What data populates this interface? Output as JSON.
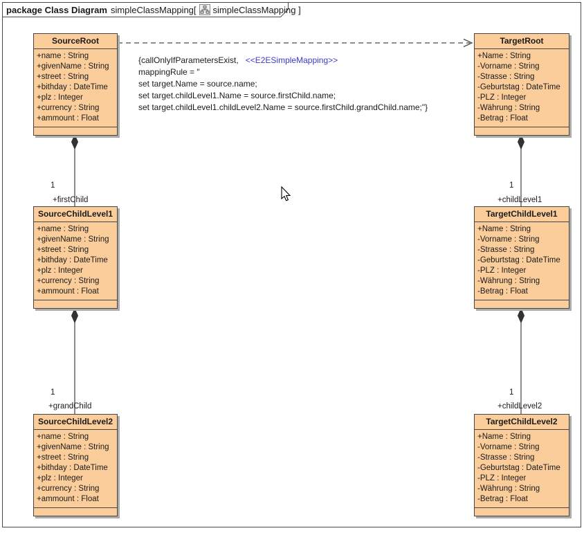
{
  "frame": {
    "tab_keyword": "package Class Diagram",
    "tab_name": "simpleClassMapping[",
    "tab_ref": "simpleClassMapping ]"
  },
  "colors": {
    "class_fill": "#FBCD9B",
    "class_border": "#454545",
    "shadow_gray": "#ABABAB",
    "stereotype_blue": "#3A3AC8",
    "connector_line": "#3F3F3F"
  },
  "annotation": {
    "constraint": "{callOnlyIfParametersExist,",
    "stereotype": "<<E2ESimpleMapping>>",
    "lines": [
      "mappingRule = \"",
      "set target.Name = source.name;",
      "set target.childLevel1.Name = source.firstChild.name;",
      "set target.childLevel1.childLevel2.Name = source.firstChild.grandChild.name;\"}"
    ]
  },
  "classes": {
    "source_root": {
      "name": "SourceRoot",
      "attributes": [
        "+name : String",
        "+givenName : String",
        "+street : String",
        "+bithday : DateTime",
        "+plz : Integer",
        "+currency : String",
        "+ammount : Float"
      ]
    },
    "source_child1": {
      "name": "SourceChildLevel1",
      "attributes": [
        "+name : String",
        "+givenName : String",
        "+street : String",
        "+bithday : DateTime",
        "+plz : Integer",
        "+currency : String",
        "+ammount : Float"
      ]
    },
    "source_child2": {
      "name": "SourceChildLevel2",
      "attributes": [
        "+name : String",
        "+givenName : String",
        "+street : String",
        "+bithday : DateTime",
        "+plz : Integer",
        "+currency : String",
        "+ammount : Float"
      ]
    },
    "target_root": {
      "name": "TargetRoot",
      "attributes": [
        "+Name : String",
        "-Vorname : String",
        "-Strasse : String",
        "-Geburtstag : DateTime",
        "-PLZ : Integer",
        "-Währung : String",
        "-Betrag : Float"
      ]
    },
    "target_child1": {
      "name": "TargetChildLevel1",
      "attributes": [
        "+Name : String",
        "-Vorname : String",
        "-Strasse : String",
        "-Geburtstag : DateTime",
        "-PLZ : Integer",
        "-Währung : String",
        "-Betrag : Float"
      ]
    },
    "target_child2": {
      "name": "TargetChildLevel2",
      "attributes": [
        "+Name : String",
        "-Vorname : String",
        "-Strasse : String",
        "-Geburtstag : DateTime",
        "-PLZ : Integer",
        "-Währung : String",
        "-Betrag : Float"
      ]
    }
  },
  "relationships": {
    "source_first_child": {
      "multiplicity": "1",
      "role": "+firstChild"
    },
    "source_grand_child": {
      "multiplicity": "1",
      "role": "+grandChild"
    },
    "target_child_level1": {
      "multiplicity": "1",
      "role": "+childLevel1"
    },
    "target_child_level2": {
      "multiplicity": "1",
      "role": "+childLevel2"
    }
  }
}
